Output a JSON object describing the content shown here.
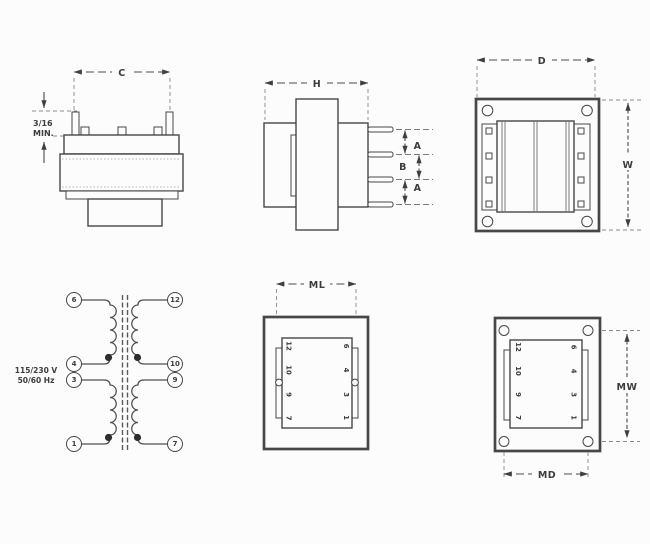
{
  "drawing": {
    "front_view": {
      "dim_width": "C",
      "pin_height_min": "3/16",
      "pin_height_min_unit": "MIN."
    },
    "side_view": {
      "dim_height": "H",
      "dim_pin_spacing_top": "A",
      "dim_pin_center": "B",
      "dim_pin_spacing_bottom": "A"
    },
    "top_view": {
      "dim_depth": "D",
      "dim_width": "W"
    },
    "schematic": {
      "voltage_rating": "115/230 V",
      "frequency_rating": "50/60 Hz",
      "left_pins": [
        "6",
        "4",
        "3",
        "1"
      ],
      "right_pins": [
        "12",
        "10",
        "9",
        "7"
      ]
    },
    "bottom_view": {
      "dim_lead_length": "ML",
      "left_pins": [
        "12",
        "10",
        "9",
        "7"
      ],
      "right_pins": [
        "6",
        "4",
        "3",
        "1"
      ]
    },
    "mounting_view": {
      "dim_mounting_width": "MW",
      "dim_mounting_depth": "MD",
      "left_pins": [
        "12",
        "10",
        "9",
        "7"
      ],
      "right_pins": [
        "6",
        "4",
        "3",
        "1"
      ]
    },
    "colors": {
      "line": "#474747",
      "background": "#fcfcfc"
    }
  }
}
